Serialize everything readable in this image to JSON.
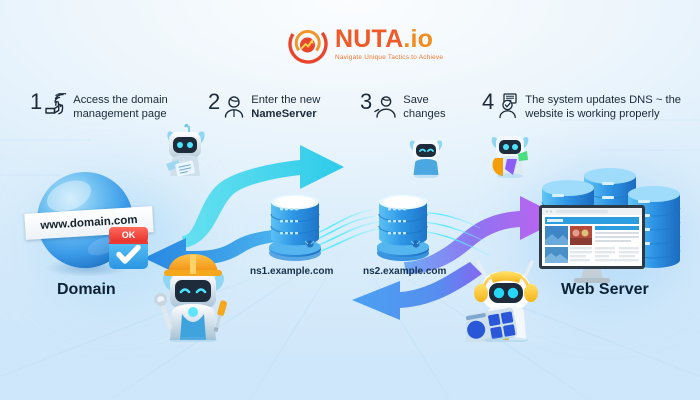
{
  "brand": {
    "title": "NUTA",
    "title_suffix": ".io",
    "tagline": "Navigate Unique Tactics to Achieve",
    "logo_icon": "target-chart-icon",
    "color_primary": "#f05a28",
    "color_secondary": "#f28c1e"
  },
  "steps": [
    {
      "number": "1",
      "icon": "click-cursor-signal-icon",
      "text": "Access the domain\nmanagement page",
      "bold_part": ""
    },
    {
      "number": "2",
      "icon": "user-person-icon",
      "text": "Enter the new\n",
      "bold_part": "NameServer"
    },
    {
      "number": "3",
      "icon": "user-person-icon",
      "text": "Save\nchanges",
      "bold_part": ""
    },
    {
      "number": "4",
      "icon": "user-verified-check-icon",
      "text": "The system updates DNS ~ the\nwebsite is working properly",
      "bold_part": ""
    }
  ],
  "nodes": {
    "domain": {
      "label": "Domain",
      "url_banner": "www.domain.com",
      "badge_text": "OK",
      "badge_icon": "check-badge-icon",
      "globe_icon": "blue-globe-icon",
      "color": "#3aa0e8"
    },
    "nameservers": [
      {
        "label": "ns1.example.com",
        "icon": "database-cylinder-icon"
      },
      {
        "label": "ns2.example.com",
        "icon": "database-cylinder-icon"
      }
    ],
    "web_server": {
      "label": "Web Server",
      "icon": "database-stack-icon",
      "monitor_icon": "desktop-monitor-icon",
      "color": "#2f8fe0"
    }
  },
  "arrows": [
    {
      "name": "domain-to-ns-arrow",
      "direction": "right",
      "color": "#2fd0e8"
    },
    {
      "name": "ns-to-domain-arrow",
      "direction": "left",
      "color": "#2b8ae0"
    },
    {
      "name": "ns-to-webserver-arrow",
      "direction": "right",
      "color": "#a855f7"
    },
    {
      "name": "webserver-to-ns-arrow",
      "direction": "left",
      "color": "#3b82f6"
    }
  ],
  "mascots": [
    {
      "name": "robot-with-tablet",
      "accent": "#4fc3f7"
    },
    {
      "name": "robot-small-blue",
      "accent": "#7fd4f5"
    },
    {
      "name": "robot-with-puzzle",
      "accent": "#f59e0b"
    },
    {
      "name": "robot-engineer-hardhat",
      "accent": "#f0930f"
    },
    {
      "name": "robot-with-headphones",
      "accent": "#facc15"
    }
  ],
  "background": {
    "top_color": "#fbfdfe",
    "bottom_color": "#cfe7fa",
    "grid_color": "#bfe0f5"
  }
}
